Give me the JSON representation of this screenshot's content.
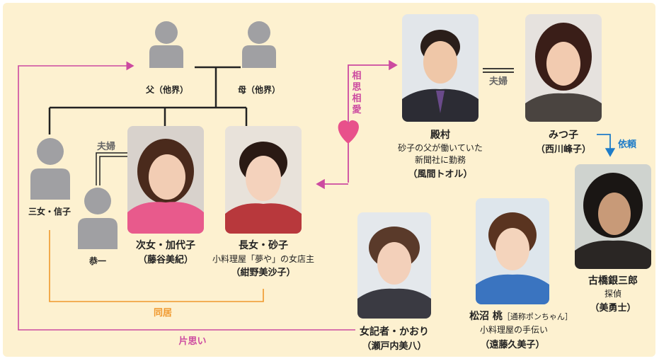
{
  "father": {
    "name": "父（他界）"
  },
  "mother": {
    "name": "母（他界）"
  },
  "nobuko": {
    "name": "三女・信子"
  },
  "kyoichi": {
    "name": "恭一"
  },
  "kayoko": {
    "name": "次女・加代子",
    "actor": "（藤谷美紀）"
  },
  "sunako": {
    "name": "長女・砂子",
    "desc": "小料理屋「夢や」の女店主",
    "actor": "（紺野美沙子）"
  },
  "tonomura": {
    "name": "殿村",
    "desc1": "砂子の父が働いていた",
    "desc2": "新聞社に勤務",
    "actor": "（風間トオル）"
  },
  "mitsuko": {
    "name": "みつ子",
    "actor": "（西川峰子）"
  },
  "furuhashi": {
    "name": "古橋銀三郎",
    "desc": "探偵",
    "actor": "（美勇士）"
  },
  "kaori": {
    "name": "女記者・かおり",
    "actor": "（瀬戸内美八）"
  },
  "momo": {
    "name": "松沼 桃",
    "nickname": "［通称ポンちゃん］",
    "desc": "小料理屋の手伝い",
    "actor": "（遠藤久美子）"
  },
  "labels": {
    "fuufu_left": "夫婦",
    "fuufu_right": "夫婦",
    "souai": "相思相愛",
    "irai": "依頼",
    "doukyo": "同居",
    "kataomoi": "片思い"
  },
  "colors": {
    "pink": "#cc4aa0",
    "orange": "#f0982c",
    "blue": "#1e7cc8",
    "line": "#222222",
    "panel": "#fdf1d0",
    "silhouette": "#a0a0a3"
  }
}
